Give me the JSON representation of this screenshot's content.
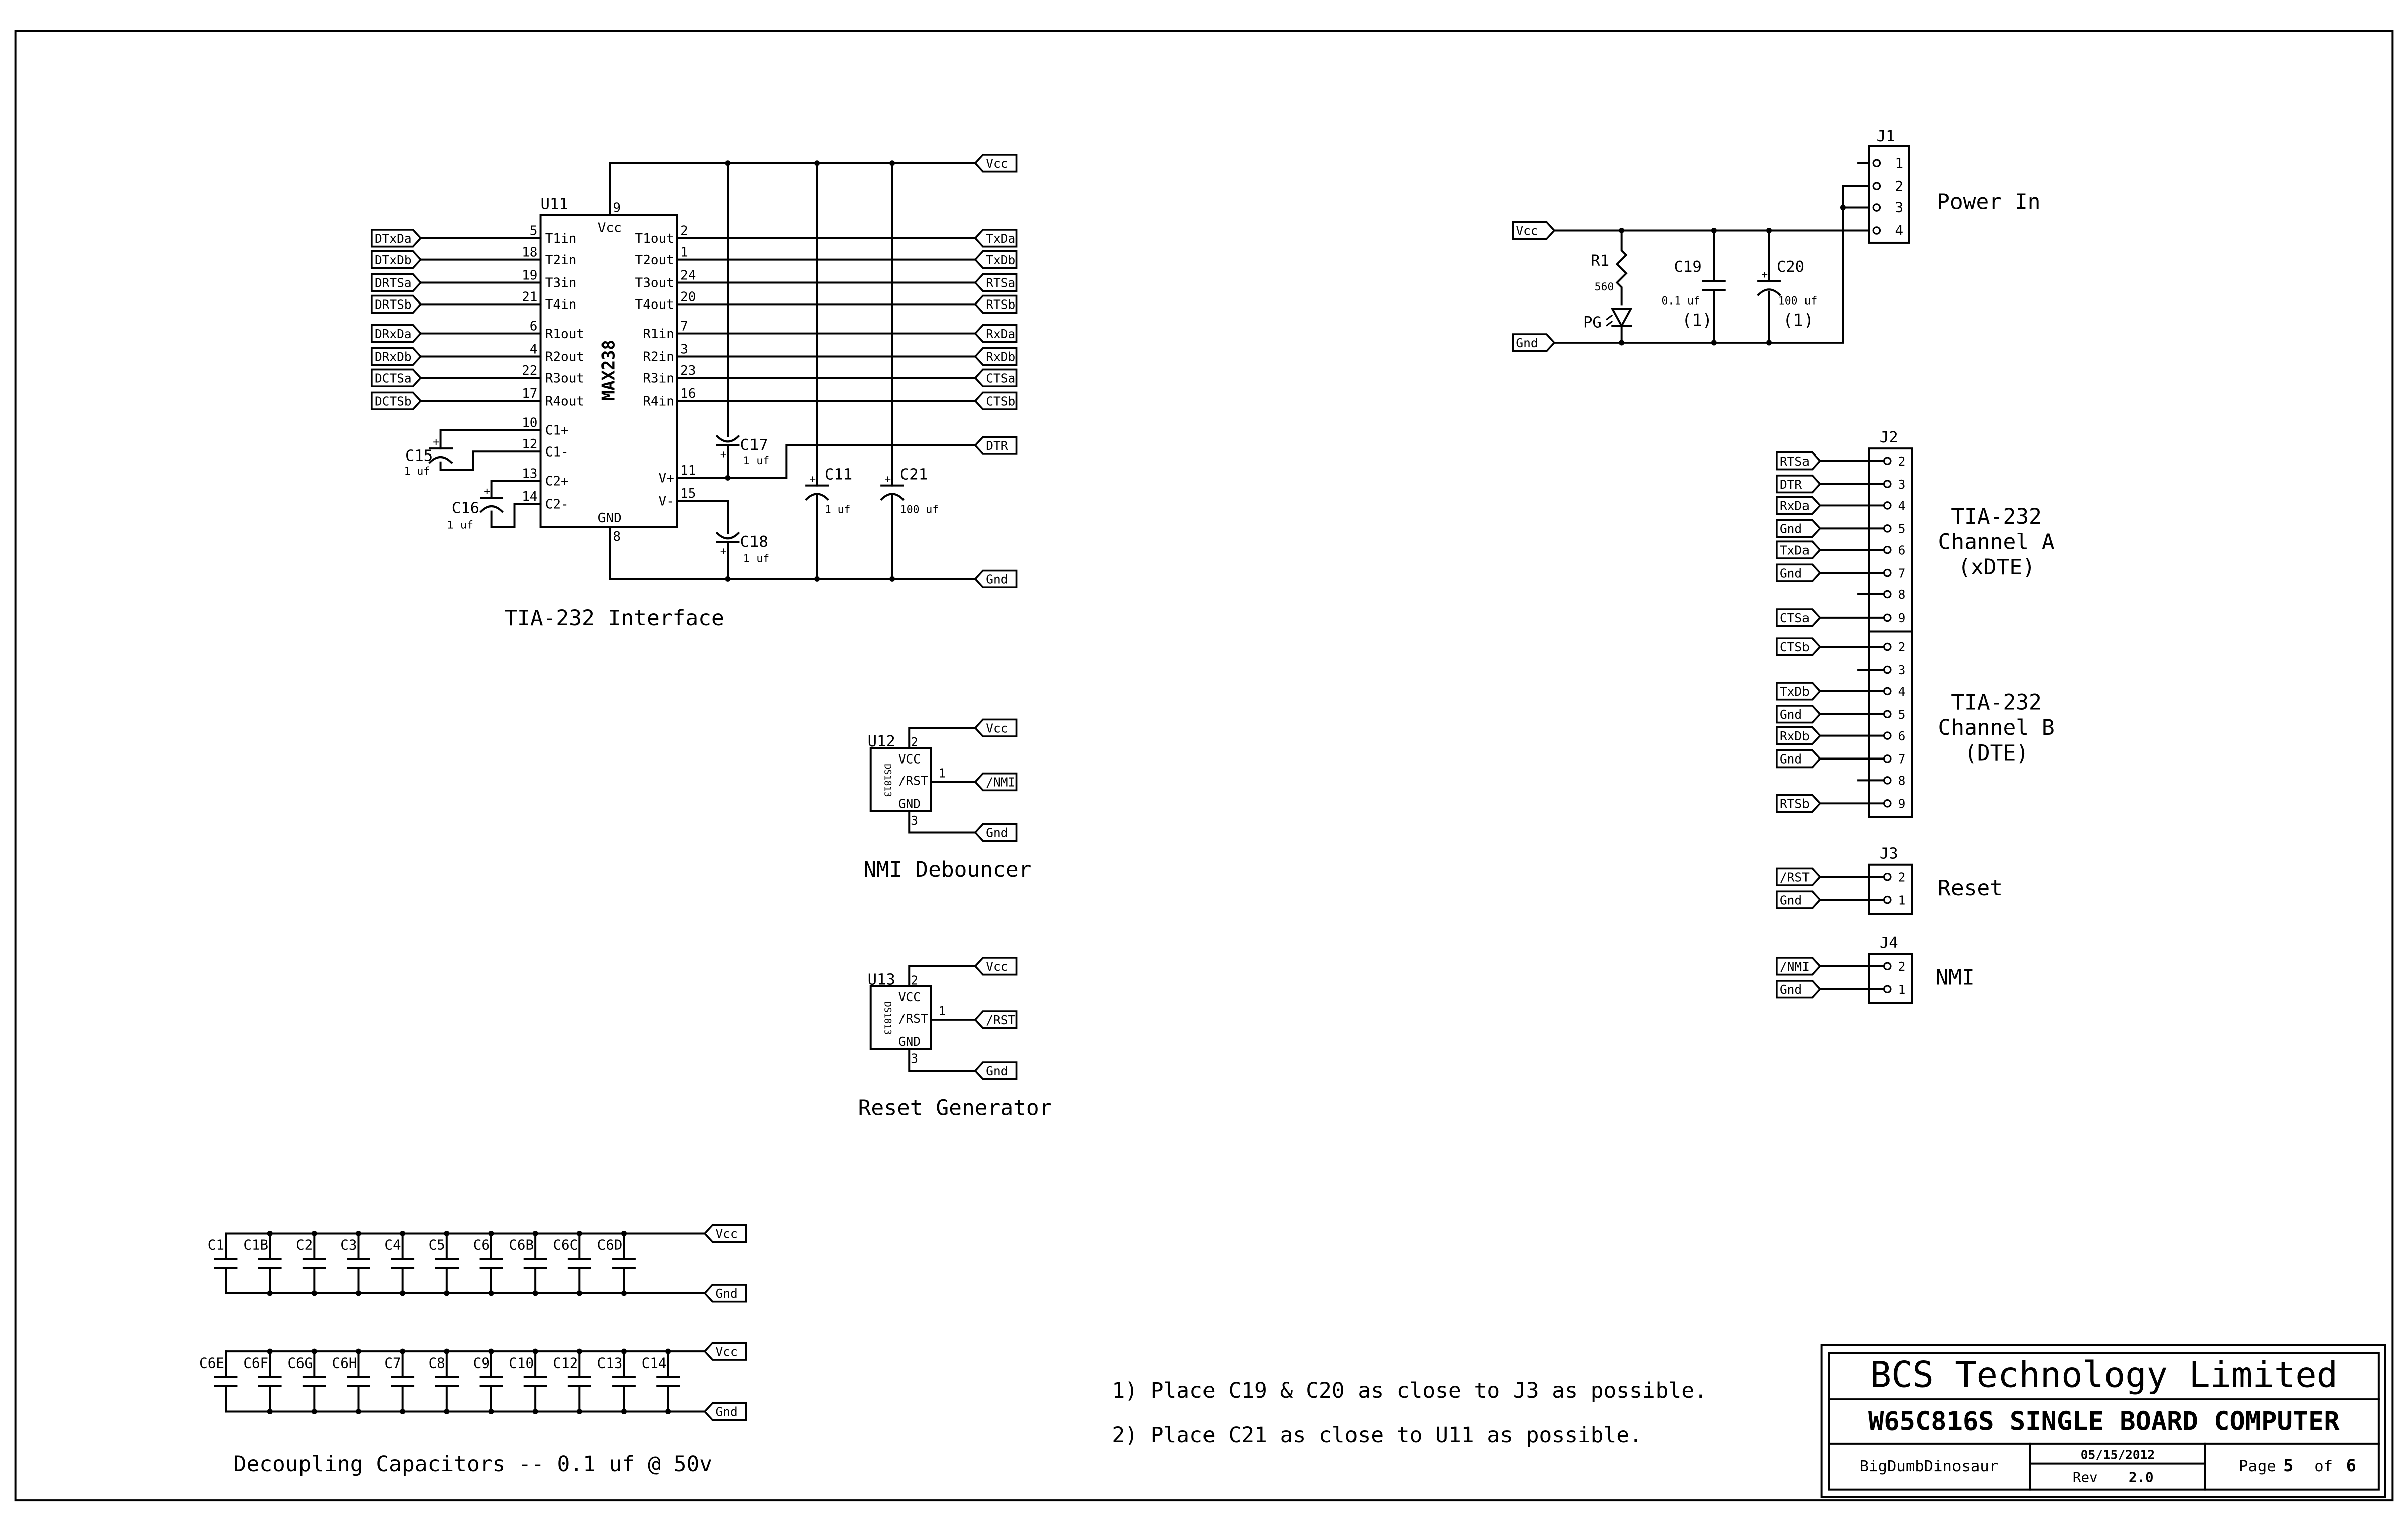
{
  "u11": {
    "ref": "U11",
    "part": "MAX238",
    "vcc_pin": "9",
    "vcc_label": "Vcc",
    "gnd_pin": "8",
    "gnd_label": "GND",
    "left_pins": [
      {
        "num": "5",
        "name": "T1in",
        "net": "DTxDa"
      },
      {
        "num": "18",
        "name": "T2in",
        "net": "DTxDb"
      },
      {
        "num": "19",
        "name": "T3in",
        "net": "DRTSa"
      },
      {
        "num": "21",
        "name": "T4in",
        "net": "DRTSb"
      },
      {
        "num": "6",
        "name": "R1out",
        "net": "DRxDa"
      },
      {
        "num": "4",
        "name": "R2out",
        "net": "DRxDb"
      },
      {
        "num": "22",
        "name": "R3out",
        "net": "DCTSa"
      },
      {
        "num": "17",
        "name": "R4out",
        "net": "DCTSb"
      }
    ],
    "cap_pins": [
      {
        "num": "10",
        "name": "C1+"
      },
      {
        "num": "12",
        "name": "C1-"
      },
      {
        "num": "13",
        "name": "C2+"
      },
      {
        "num": "14",
        "name": "C2-"
      }
    ],
    "right_pins": [
      {
        "num": "2",
        "name": "T1out",
        "net": "TxDa"
      },
      {
        "num": "1",
        "name": "T2out",
        "net": "TxDb"
      },
      {
        "num": "24",
        "name": "T3out",
        "net": "RTSa"
      },
      {
        "num": "20",
        "name": "T4out",
        "net": "RTSb"
      },
      {
        "num": "7",
        "name": "R1in",
        "net": "RxDa"
      },
      {
        "num": "3",
        "name": "R2in",
        "net": "RxDb"
      },
      {
        "num": "23",
        "name": "R3in",
        "net": "CTSa"
      },
      {
        "num": "16",
        "name": "R4in",
        "net": "CTSb"
      }
    ],
    "vplus": {
      "num": "11",
      "name": "V+"
    },
    "vminus": {
      "num": "15",
      "name": "V-"
    }
  },
  "interface_caps": {
    "c15": {
      "ref": "C15",
      "value": "1 uf"
    },
    "c16": {
      "ref": "C16",
      "value": "1 uf"
    },
    "c17": {
      "ref": "C17",
      "value": "1 uf"
    },
    "c18": {
      "ref": "C18",
      "value": "1 uf"
    },
    "c11": {
      "ref": "C11",
      "value": "1 uf"
    },
    "c21": {
      "ref": "C21",
      "value": "100 uf"
    }
  },
  "nets": {
    "vcc": "Vcc",
    "gnd": "Gnd",
    "dtr": "DTR",
    "rst": "/RST",
    "nmi": "/NMI"
  },
  "titles": {
    "interface": "TIA-232 Interface",
    "nmi_debouncer": "NMI Debouncer",
    "reset_generator": "Reset Generator",
    "decoupling": "Decoupling Capacitors -- 0.1 uf @ 50v",
    "power_in": "Power In",
    "channel_a": [
      "TIA-232",
      "Channel A",
      "(xDTE)"
    ],
    "channel_b": [
      "TIA-232",
      "Channel B",
      "(DTE)"
    ],
    "reset": "Reset",
    "nmi": "NMI"
  },
  "u12": {
    "ref": "U12",
    "part": "DS1813",
    "pins": [
      {
        "num": "2",
        "name": "VCC"
      },
      {
        "num": "1",
        "name": "/RST"
      },
      {
        "num": "3",
        "name": "GND"
      }
    ]
  },
  "u13": {
    "ref": "U13",
    "part": "DS1813",
    "pins": [
      {
        "num": "2",
        "name": "VCC"
      },
      {
        "num": "1",
        "name": "/RST"
      },
      {
        "num": "3",
        "name": "GND"
      }
    ]
  },
  "power": {
    "r1": {
      "ref": "R1",
      "value": "560"
    },
    "led": {
      "ref": "PG"
    },
    "c19": {
      "ref": "C19",
      "value": "0.1 uf",
      "note": "(1)"
    },
    "c20": {
      "ref": "C20",
      "value": "100 uf",
      "note": "(1)"
    },
    "j1": {
      "ref": "J1",
      "pins": [
        "1",
        "2",
        "3",
        "4"
      ]
    }
  },
  "j2": {
    "ref": "J2",
    "pins": [
      {
        "num": "2",
        "net": "RTSa"
      },
      {
        "num": "3",
        "net": "DTR"
      },
      {
        "num": "4",
        "net": "RxDa"
      },
      {
        "num": "5",
        "net": "Gnd"
      },
      {
        "num": "6",
        "net": "TxDa"
      },
      {
        "num": "7",
        "net": "Gnd"
      },
      {
        "num": "8",
        "net": ""
      },
      {
        "num": "9",
        "net": "CTSa"
      },
      {
        "num": "2",
        "net": "CTSb"
      },
      {
        "num": "3",
        "net": ""
      },
      {
        "num": "4",
        "net": "TxDb"
      },
      {
        "num": "5",
        "net": "Gnd"
      },
      {
        "num": "6",
        "net": "RxDb"
      },
      {
        "num": "7",
        "net": "Gnd"
      },
      {
        "num": "8",
        "net": ""
      },
      {
        "num": "9",
        "net": "RTSb"
      }
    ]
  },
  "j3": {
    "ref": "J3",
    "pins": [
      {
        "num": "2",
        "net": "/RST"
      },
      {
        "num": "1",
        "net": "Gnd"
      }
    ]
  },
  "j4": {
    "ref": "J4",
    "pins": [
      {
        "num": "2",
        "net": "/NMI"
      },
      {
        "num": "1",
        "net": "Gnd"
      }
    ]
  },
  "decoupling": {
    "row1": [
      "C1",
      "C1B",
      "C2",
      "C3",
      "C4",
      "C5",
      "C6",
      "C6B",
      "C6C",
      "C6D"
    ],
    "row2": [
      "C6E",
      "C6F",
      "C6G",
      "C6H",
      "C7",
      "C8",
      "C9",
      "C10",
      "C12",
      "C13",
      "C14"
    ]
  },
  "notes": [
    "1) Place C19 & C20 as close to J3 as possible.",
    "2) Place C21 as close to U11 as possible."
  ],
  "title_block": {
    "company": "BCS Technology Limited",
    "project": "W65C816S SINGLE BOARD COMPUTER",
    "author": "BigDumbDinosaur",
    "date": "05/15/2012",
    "rev_label": "Rev",
    "rev": "2.0",
    "page_label": "Page",
    "page": "5",
    "of_label": "of",
    "pages": "6"
  }
}
